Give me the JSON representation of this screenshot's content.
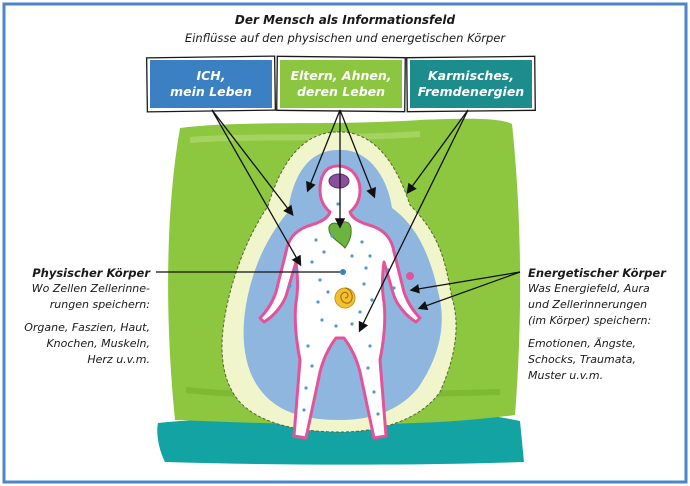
{
  "header": {
    "title": "Der Mensch als Informationsfeld",
    "subtitle": "Einflüsse auf den physischen und energetischen Körper"
  },
  "boxes": [
    {
      "line1": "ICH,",
      "line2": "mein Leben",
      "color": "#3a80c2"
    },
    {
      "line1": "Eltern, Ahnen,",
      "line2": "deren Leben",
      "color": "#8cc53f"
    },
    {
      "line1": "Karmisches,",
      "line2": "Fremdenergien",
      "color": "#1d8c8c"
    }
  ],
  "left_panel": {
    "heading": "Physischer Körper",
    "line1": "Wo Zellen Zellerinne-",
    "line2": "rungen speichern:",
    "line3": "Organe, Faszien, Haut,",
    "line4": "Knochen, Muskeln,",
    "line5": "Herz u.v.m."
  },
  "right_panel": {
    "heading": "Energetischer Körper",
    "line1": "Was Energiefeld, Aura",
    "line2": "und Zellerinnerungen",
    "line3": "(im Körper) speichern:",
    "line4": "Emotionen, Ängste,",
    "line5": "Schocks, Traumata,",
    "line6": "Muster u.v.m."
  },
  "colors": {
    "frame": "#4a86c8",
    "green_field": "#8dc63f",
    "teal_ground": "#14a3a3",
    "aura_pale": "#f1f5cc",
    "aura_blue": "#8fb6df",
    "body_fill": "#ffffff",
    "body_outline": "#e4529a",
    "crown": "#8a4f9f",
    "heart": "#6db33f",
    "solar": "#f2c12e",
    "dots": "#4d9ad6"
  }
}
